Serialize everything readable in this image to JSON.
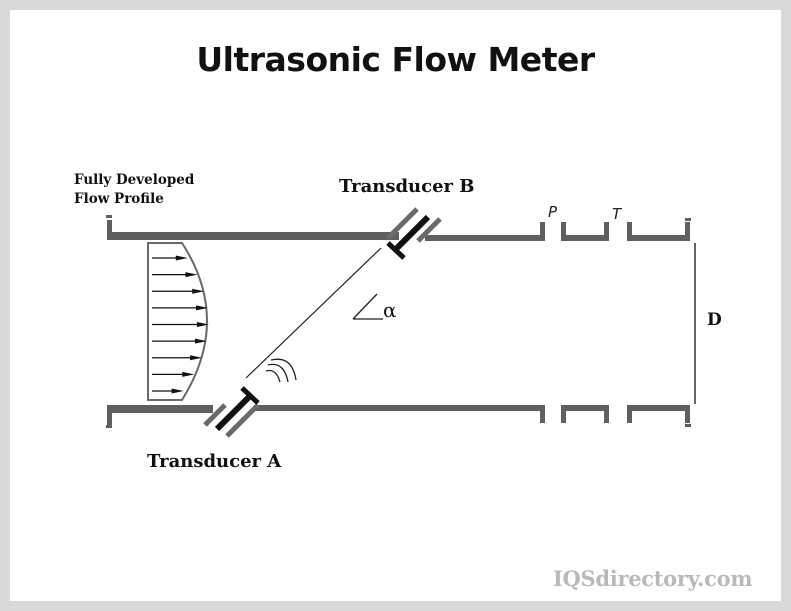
{
  "title": "Ultrasonic Flow Meter",
  "labels": {
    "flow_profile_line1": "Fully Developed",
    "flow_profile_line2": "Flow Profile",
    "transducer_b": "Transducer B",
    "transducer_a": "Transducer A",
    "diameter": "D",
    "pressure_tap": "P",
    "temperature_tap": "T",
    "angle_symbol": "α"
  },
  "watermark": "IQSdirectory.com",
  "colors": {
    "pipe": "#5f5f5f",
    "transducer": "#111111",
    "background": "#ffffff",
    "border": "#d9d9d9",
    "watermark": "#b9b9b9"
  },
  "flow_profile_arrow_count": 9
}
